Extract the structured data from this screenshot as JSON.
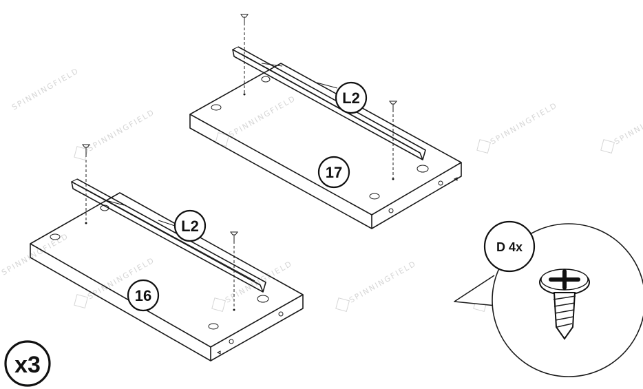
{
  "watermark": "SPINNINGFIELD",
  "panels": [
    {
      "part_label": "17",
      "rail_label": "L2"
    },
    {
      "part_label": "16",
      "rail_label": "L2"
    }
  ],
  "hardware_callout": {
    "label": "D 4x"
  },
  "quantity_badge": "x3"
}
